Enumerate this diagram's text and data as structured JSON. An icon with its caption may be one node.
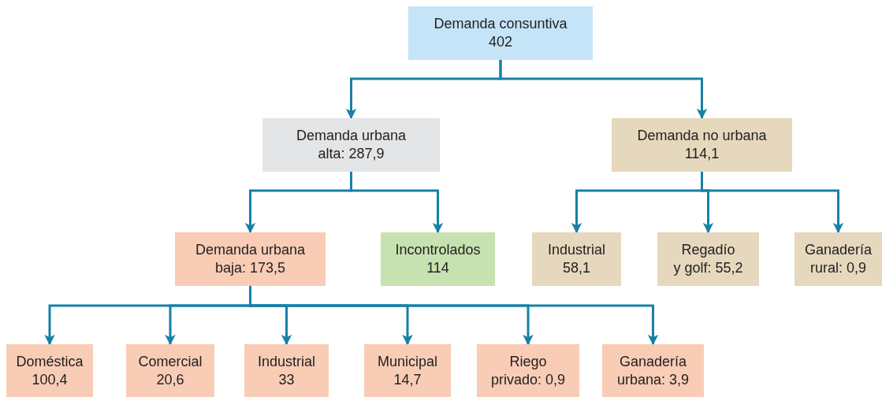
{
  "diagram": {
    "nodes": [
      {
        "text": [
          "Demanda consuntiva 402"
        ]
      },
      {
        "text": [
          "Demanda urbana alta: 287,9"
        ]
      },
      {
        "text": [
          "Demanda no urbana 114,1"
        ]
      },
      {
        "text": [
          "Demanda urbana baja: 173,5"
        ]
      },
      {
        "text": [
          "Incontrolados 114"
        ]
      },
      {
        "text": [
          "Industrial 58,1"
        ]
      },
      {
        "text": [
          "Regadío y golf: 55,2"
        ]
      },
      {
        "text": [
          "Ganadería rural: 0,9"
        ]
      },
      {
        "text": [
          "Doméstica 100,4"
        ]
      },
      {
        "text": [
          "Comercial 20,6"
        ]
      },
      {
        "text": [
          "Industrial 33"
        ]
      },
      {
        "text": [
          "Municipal 14,7"
        ]
      },
      {
        "text": [
          "Riego privado: 0,9"
        ]
      },
      {
        "text": [
          "Ganadería urbana: 3,9"
        ]
      }
    ],
    "edges": [
      {
        "from": 0,
        "to": 1,
        "arrow": "to"
      },
      {
        "from": 0,
        "to": 2,
        "arrow": "to"
      },
      {
        "from": 1,
        "to": 3,
        "arrow": "to"
      },
      {
        "from": 1,
        "to": 4,
        "arrow": "to"
      },
      {
        "from": 2,
        "to": 5,
        "arrow": "to"
      },
      {
        "from": 2,
        "to": 6,
        "arrow": "to"
      },
      {
        "from": 2,
        "to": 7,
        "arrow": "to"
      },
      {
        "from": 3,
        "to": 8,
        "arrow": "to"
      },
      {
        "from": 3,
        "to": 9,
        "arrow": "to"
      },
      {
        "from": 3,
        "to": 10,
        "arrow": "to"
      },
      {
        "from": 3,
        "to": 11,
        "arrow": "to"
      },
      {
        "from": 3,
        "to": 12,
        "arrow": "to"
      },
      {
        "from": 3,
        "to": 13,
        "arrow": "to"
      }
    ]
  }
}
